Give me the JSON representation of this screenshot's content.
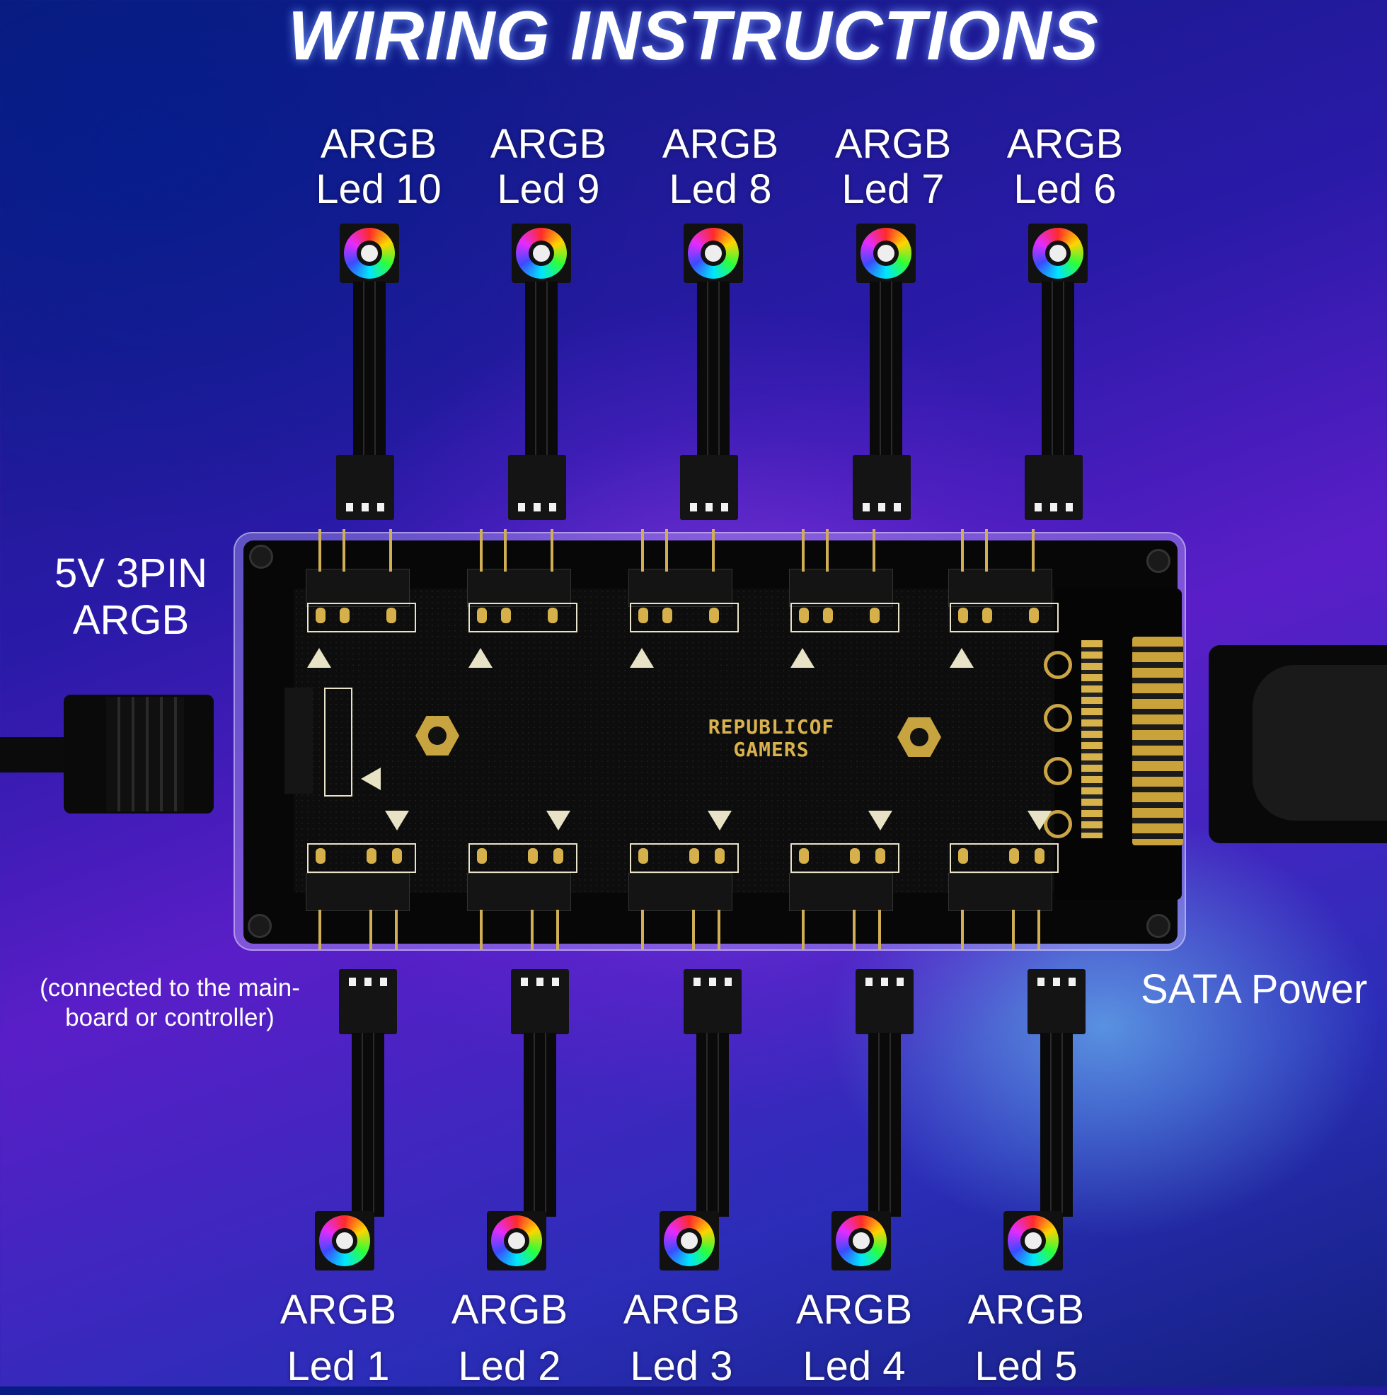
{
  "title": "WIRING INSTRUCTIONS",
  "top_leds": [
    {
      "line1": "ARGB",
      "line2": "Led 10"
    },
    {
      "line1": "ARGB",
      "line2": "Led 9"
    },
    {
      "line1": "ARGB",
      "line2": "Led 8"
    },
    {
      "line1": "ARGB",
      "line2": "Led 7"
    },
    {
      "line1": "ARGB",
      "line2": "Led 6"
    }
  ],
  "bottom_leds": [
    {
      "line1": "ARGB",
      "line2": "Led 1"
    },
    {
      "line1": "ARGB",
      "line2": "Led 2"
    },
    {
      "line1": "ARGB",
      "line2": "Led 3"
    },
    {
      "line1": "ARGB",
      "line2": "Led 4"
    },
    {
      "line1": "ARGB",
      "line2": "Led 5"
    }
  ],
  "input": {
    "line1": "5V 3PIN",
    "line2": "ARGB",
    "note_line1": "(connected to the main-",
    "note_line2": "board or controller)"
  },
  "power": {
    "label": "SATA Power"
  },
  "pcb": {
    "line1": "REPUBLICOF",
    "line2": "GAMERS"
  },
  "icons": [
    "rgb-fan-icon",
    "arrow-up-icon",
    "arrow-down-icon",
    "arrow-left-icon"
  ],
  "colors": {
    "pcb_text": "#d9b24e",
    "background": "#3a1cb0"
  }
}
